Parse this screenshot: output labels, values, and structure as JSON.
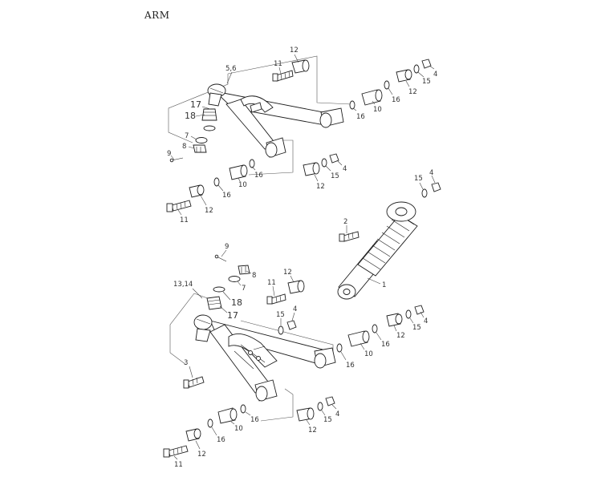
{
  "title": "ARM",
  "callouts": {
    "u_5_6": "5,6",
    "u_11a": "11",
    "u_12a": "12",
    "u_12b": "12",
    "u_4a": "4",
    "u_15a": "15",
    "u_16a": "16",
    "u_10a": "10",
    "u_16b": "16",
    "u_17": "17",
    "u_18": "18",
    "u_7": "7",
    "u_8": "8",
    "u_9": "9",
    "u_16c": "16",
    "u_10b": "10",
    "u_12c": "12",
    "u_15b": "15",
    "u_4b": "4",
    "u_16d": "16",
    "u_12d": "12",
    "u_11b": "11",
    "s_15": "15",
    "s_4": "4",
    "s_2": "2",
    "s_1": "1",
    "l_9": "9",
    "l_8": "8",
    "l_7": "7",
    "l_13_14": "13,14",
    "l_18": "18",
    "l_17": "17",
    "l_12a": "12",
    "l_11a": "11",
    "l_15a": "15",
    "l_4a": "4",
    "l_3": "3",
    "l_16a": "16",
    "l_10a": "10",
    "l_16b": "16",
    "l_12b": "12",
    "l_15b": "15",
    "l_4b": "4",
    "l_16c": "16",
    "l_10b": "10",
    "l_16d": "16",
    "l_12c": "12",
    "l_11b": "11",
    "l_15c": "15",
    "l_4c": "4",
    "l_12d": "12"
  }
}
